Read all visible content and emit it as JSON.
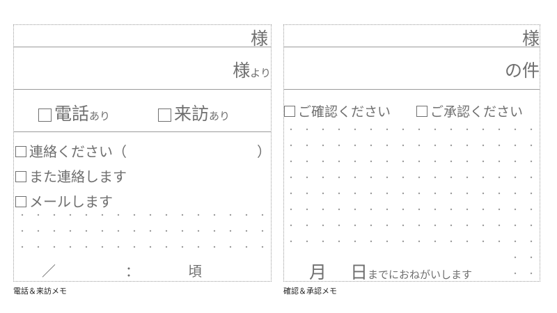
{
  "memo1": {
    "to_suffix": "様",
    "from_suffix": "様",
    "from_small": "より",
    "phone_label": "電話",
    "phone_suffix": "あり",
    "visit_label": "来訪",
    "visit_suffix": "あり",
    "options": [
      "連絡ください（",
      "また連絡します",
      "メールします"
    ],
    "close_paren": "）",
    "date_slash": "／",
    "time_colon": "：",
    "time_suffix": "頃",
    "caption": "電話＆来訪メモ"
  },
  "memo2": {
    "to_suffix": "様",
    "subject_suffix": "の件",
    "confirm_label": "ご確認ください",
    "approve_label": "ご承認ください",
    "month_label": "月",
    "day_label": "日",
    "deadline_text": "までにおねがいします",
    "caption": "確認＆承認メモ"
  }
}
